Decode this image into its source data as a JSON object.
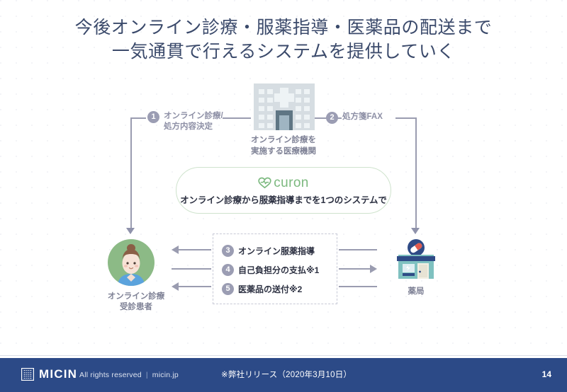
{
  "slide": {
    "title": "今後オンライン診療・服薬指導・医薬品の配送まで\n一気通貫で行えるシステムを提供していく",
    "page_number": "14",
    "accent_colors": {
      "title_text": "#3b4a6b",
      "footer_bg": "#2c4a87",
      "curon_green": "#7cb97f",
      "curon_border": "#cfe3cd",
      "badge_gray": "#9b9db3",
      "connector_gray": "#9a9cb0",
      "avatar_green": "#8cba86",
      "pharmacy_teal": "#7fc1c0",
      "hospital_gray": "#c9d2d8"
    }
  },
  "diagram": {
    "hospital": {
      "icon": "hospital-icon",
      "caption": "オンライン診療を\n実施する医療機関"
    },
    "patient": {
      "icon": "patient-avatar-icon",
      "caption": "オンライン診療\n受診患者"
    },
    "pharmacy": {
      "icon": "pharmacy-icon",
      "caption": "薬局"
    },
    "top_steps": [
      {
        "number": "1",
        "label": "オンライン診療/\n処方内容決定"
      },
      {
        "number": "2",
        "label": "処方箋FAX"
      }
    ],
    "bottom_steps": [
      {
        "number": "3",
        "label": "オンライン服薬指導",
        "direction": "pharmacy-to-patient"
      },
      {
        "number": "4",
        "label": "自己負担分の支払※1",
        "direction": "patient-to-pharmacy"
      },
      {
        "number": "5",
        "label": "医薬品の送付※2",
        "direction": "pharmacy-to-patient"
      }
    ],
    "curon": {
      "brand": "curon",
      "logo_icon": "heart-pulse-icon",
      "tagline": "オンライン診療から服薬指導までを1つのシステムで"
    }
  },
  "footer": {
    "logo_icon": "micin-mark-icon",
    "brand": "MICIN",
    "rights": "All rights reserved",
    "separator": "|",
    "site": "micin.jp",
    "note": "※弊社リリース（2020年3月10日）"
  }
}
